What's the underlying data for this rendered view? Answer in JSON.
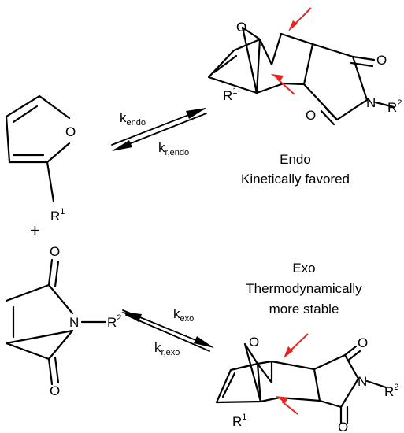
{
  "atoms": {
    "oxygen": "O",
    "nitrogen": "N",
    "r1_base": "R",
    "r1_sup": "1",
    "r2_base": "R",
    "r2_sup": "2"
  },
  "reactants": {
    "plus": "+"
  },
  "endo": {
    "k_forward_base": "k",
    "k_forward_sub": "endo",
    "k_reverse_base": "k",
    "k_reverse_sub": "r,endo",
    "caption_line1": "Endo",
    "caption_line2": "Kinetically favored"
  },
  "exo": {
    "k_forward_base": "k",
    "k_forward_sub": "exo",
    "k_reverse_base": "k",
    "k_reverse_sub": "r,exo",
    "caption_line1": "Exo",
    "caption_line2": "Thermodynamically",
    "caption_line3": "more stable"
  },
  "colors": {
    "bond": "#000000",
    "highlight_arrow": "#e8251f",
    "background": "#ffffff"
  }
}
